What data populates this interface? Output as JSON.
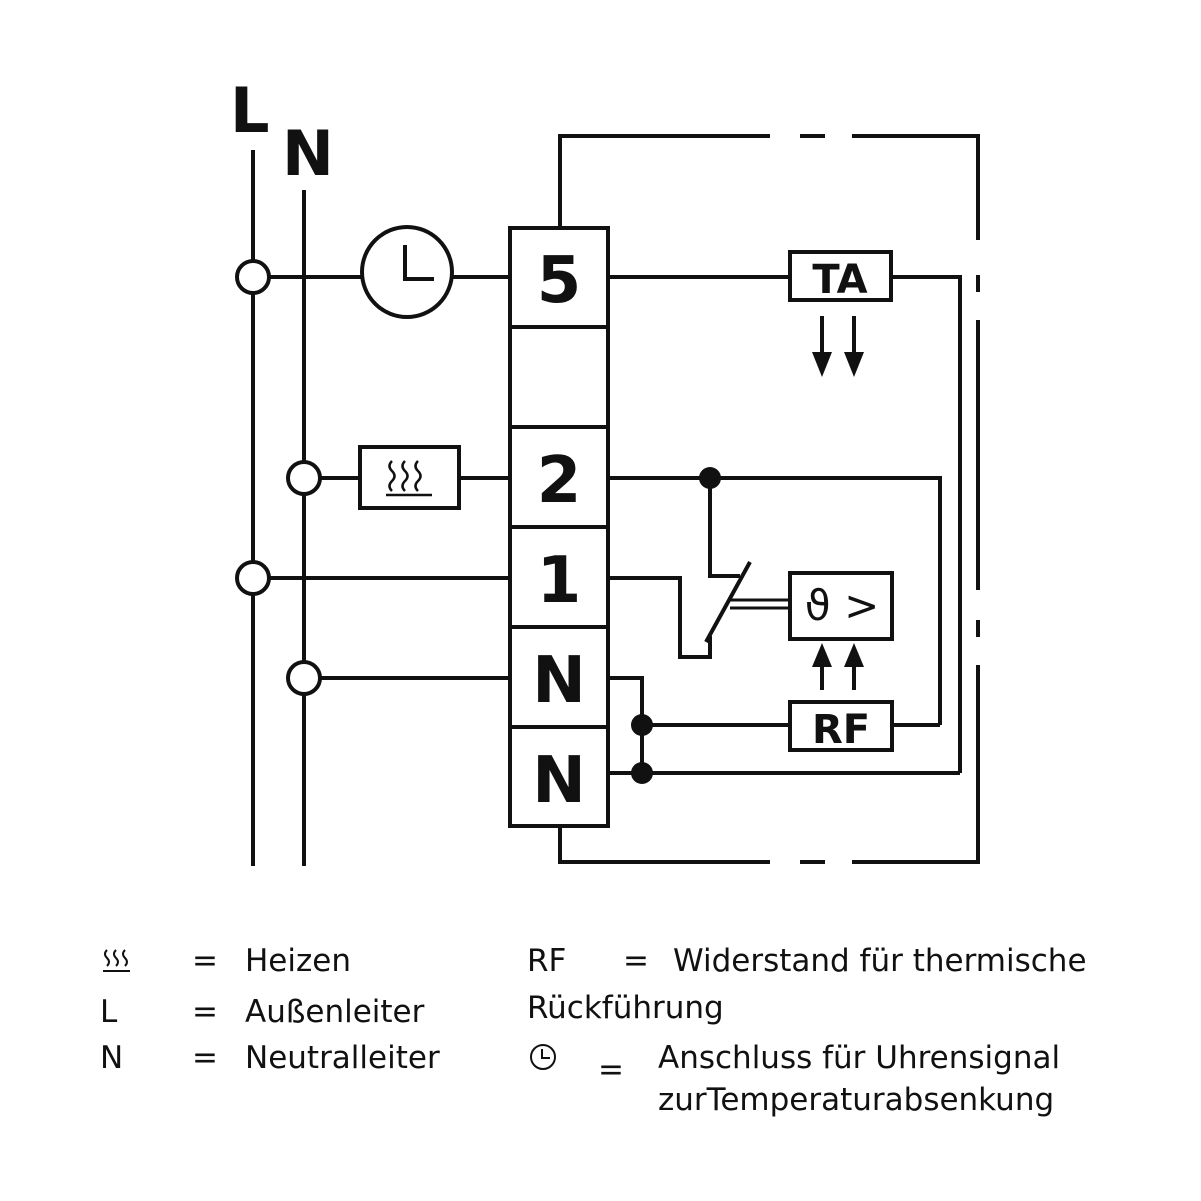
{
  "rails": {
    "L": "L",
    "N": "N"
  },
  "terminals": [
    "5",
    "",
    "2",
    "1",
    "N",
    "N"
  ],
  "boxes": {
    "ta": "TA",
    "rf": "RF",
    "sensor": "ϑ >"
  },
  "icons": {
    "clock": "clock-icon",
    "heating": "heating-icon",
    "temperature_sensor": "theta-greater-icon"
  },
  "legend": {
    "heating": {
      "symbol": "heating-icon",
      "eq": "=",
      "text": "Heizen"
    },
    "L": {
      "symbol": "L",
      "eq": "=",
      "text": "Außenleiter"
    },
    "N": {
      "symbol": "N",
      "eq": "=",
      "text": "Neutralleiter"
    },
    "RF": {
      "symbol": "RF",
      "eq": "=",
      "text_line1": "Widerstand für thermische",
      "text_line2": "Rückführung"
    },
    "clock": {
      "symbol": "clock-icon",
      "eq": "=",
      "text_line1": "Anschluss für Uhrensignal",
      "text_line2": "zurTemperaturabsenkung"
    }
  },
  "colors": {
    "ink": "#111111",
    "background": "#ffffff"
  }
}
